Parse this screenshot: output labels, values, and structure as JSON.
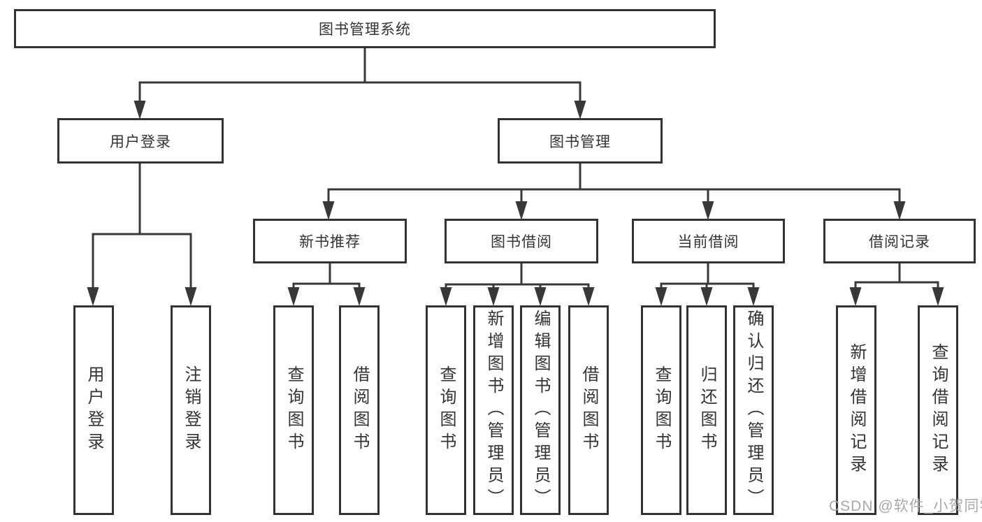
{
  "tree": {
    "root": {
      "label": "图书管理系统"
    },
    "branches": [
      {
        "label": "用户登录",
        "children": [
          {
            "label": "用户登录"
          },
          {
            "label": "注销登录"
          }
        ]
      },
      {
        "label": "图书管理",
        "sections": [
          {
            "label": "新书推荐",
            "children": [
              {
                "label": "查询图书"
              },
              {
                "label": "借阅图书"
              }
            ]
          },
          {
            "label": "图书借阅",
            "children": [
              {
                "label": "查询图书"
              },
              {
                "label": "新增图书（管理员）"
              },
              {
                "label": "编辑图书（管理员）"
              },
              {
                "label": "借阅图书"
              }
            ]
          },
          {
            "label": "当前借阅",
            "children": [
              {
                "label": "查询图书"
              },
              {
                "label": "归还图书"
              },
              {
                "label": "确认归还（管理员）"
              }
            ]
          },
          {
            "label": "借阅记录",
            "children": [
              {
                "label": "新增借阅记录"
              },
              {
                "label": "查询借阅记录"
              }
            ]
          }
        ]
      }
    ]
  },
  "watermark": {
    "text": "CSDN @软件_小贺同学"
  },
  "colors": {
    "line": "#383838",
    "border": "#333333",
    "text": "#333333",
    "background": "#ffffff",
    "watermark": "#a9a9a9"
  }
}
